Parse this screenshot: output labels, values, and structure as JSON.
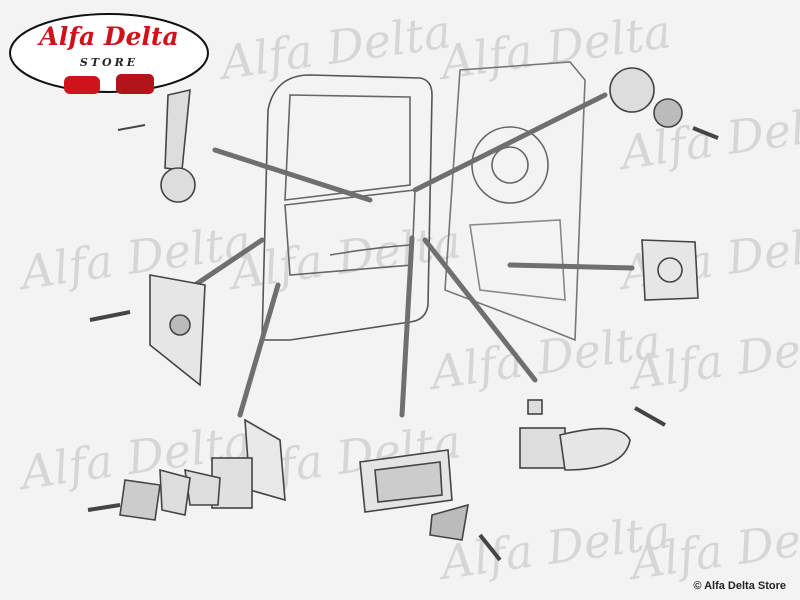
{
  "logo": {
    "title": "Alfa Delta",
    "subtitle": "STORE"
  },
  "watermark": {
    "text": "Alfa Delta"
  },
  "copyright": "© Alfa Delta Store",
  "colors": {
    "background": "#f3f3f3",
    "brand_red": "#d0121b",
    "line": "#444444",
    "arrow": "#777777"
  }
}
